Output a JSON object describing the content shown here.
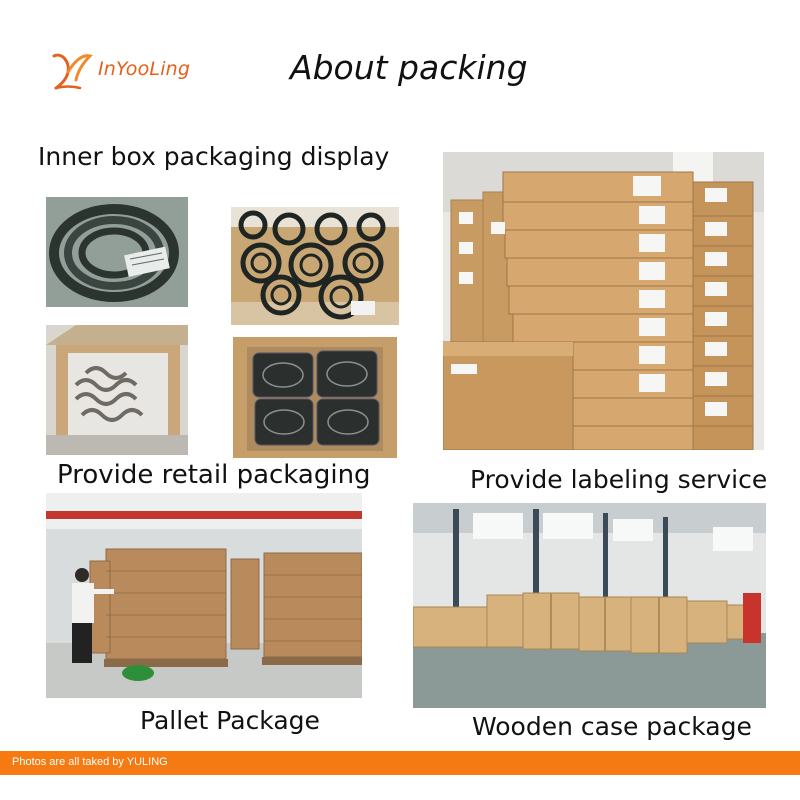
{
  "brand": {
    "name": "InYooLing",
    "color": "#e2621b"
  },
  "page": {
    "title": "About packing"
  },
  "sections": {
    "inner_box": "Inner box packaging display",
    "retail": "Provide retail packaging",
    "labeling": "Provide labeling service",
    "pallet": "Pallet Package",
    "wooden": "Wooden case package"
  },
  "footer": {
    "text": "Photos are all taked by YULING",
    "color": "#f57a11"
  }
}
